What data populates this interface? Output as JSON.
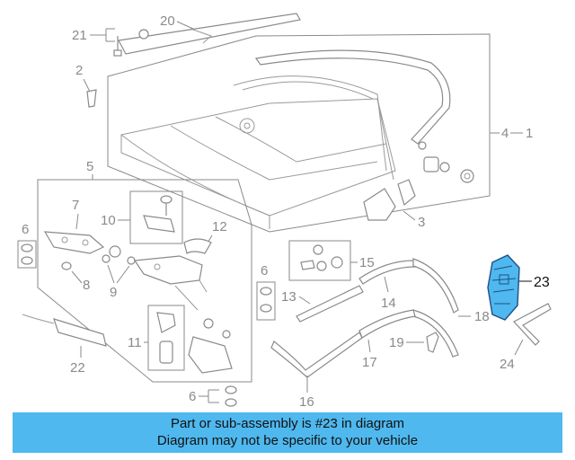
{
  "labels": {
    "l1": "1",
    "l2": "2",
    "l3": "3",
    "l4": "4",
    "l5": "5",
    "l6a": "6",
    "l6b": "6",
    "l6c": "6",
    "l7": "7",
    "l8": "8",
    "l9": "9",
    "l10": "10",
    "l11": "11",
    "l12": "12",
    "l13": "13",
    "l14": "14",
    "l15": "15",
    "l16": "16",
    "l17": "17",
    "l18": "18",
    "l19": "19",
    "l20": "20",
    "l21": "21",
    "l22": "22",
    "l23": "23",
    "l24": "24"
  },
  "highlight_part": "23",
  "colors": {
    "highlight": "#4fb8ee",
    "lines": "#8a8a8a",
    "caption_bg": "#4fb8ee"
  },
  "caption": {
    "line1": "Part or sub-assembly is #23 in diagram",
    "line2": "Diagram may not be specific to your vehicle"
  }
}
